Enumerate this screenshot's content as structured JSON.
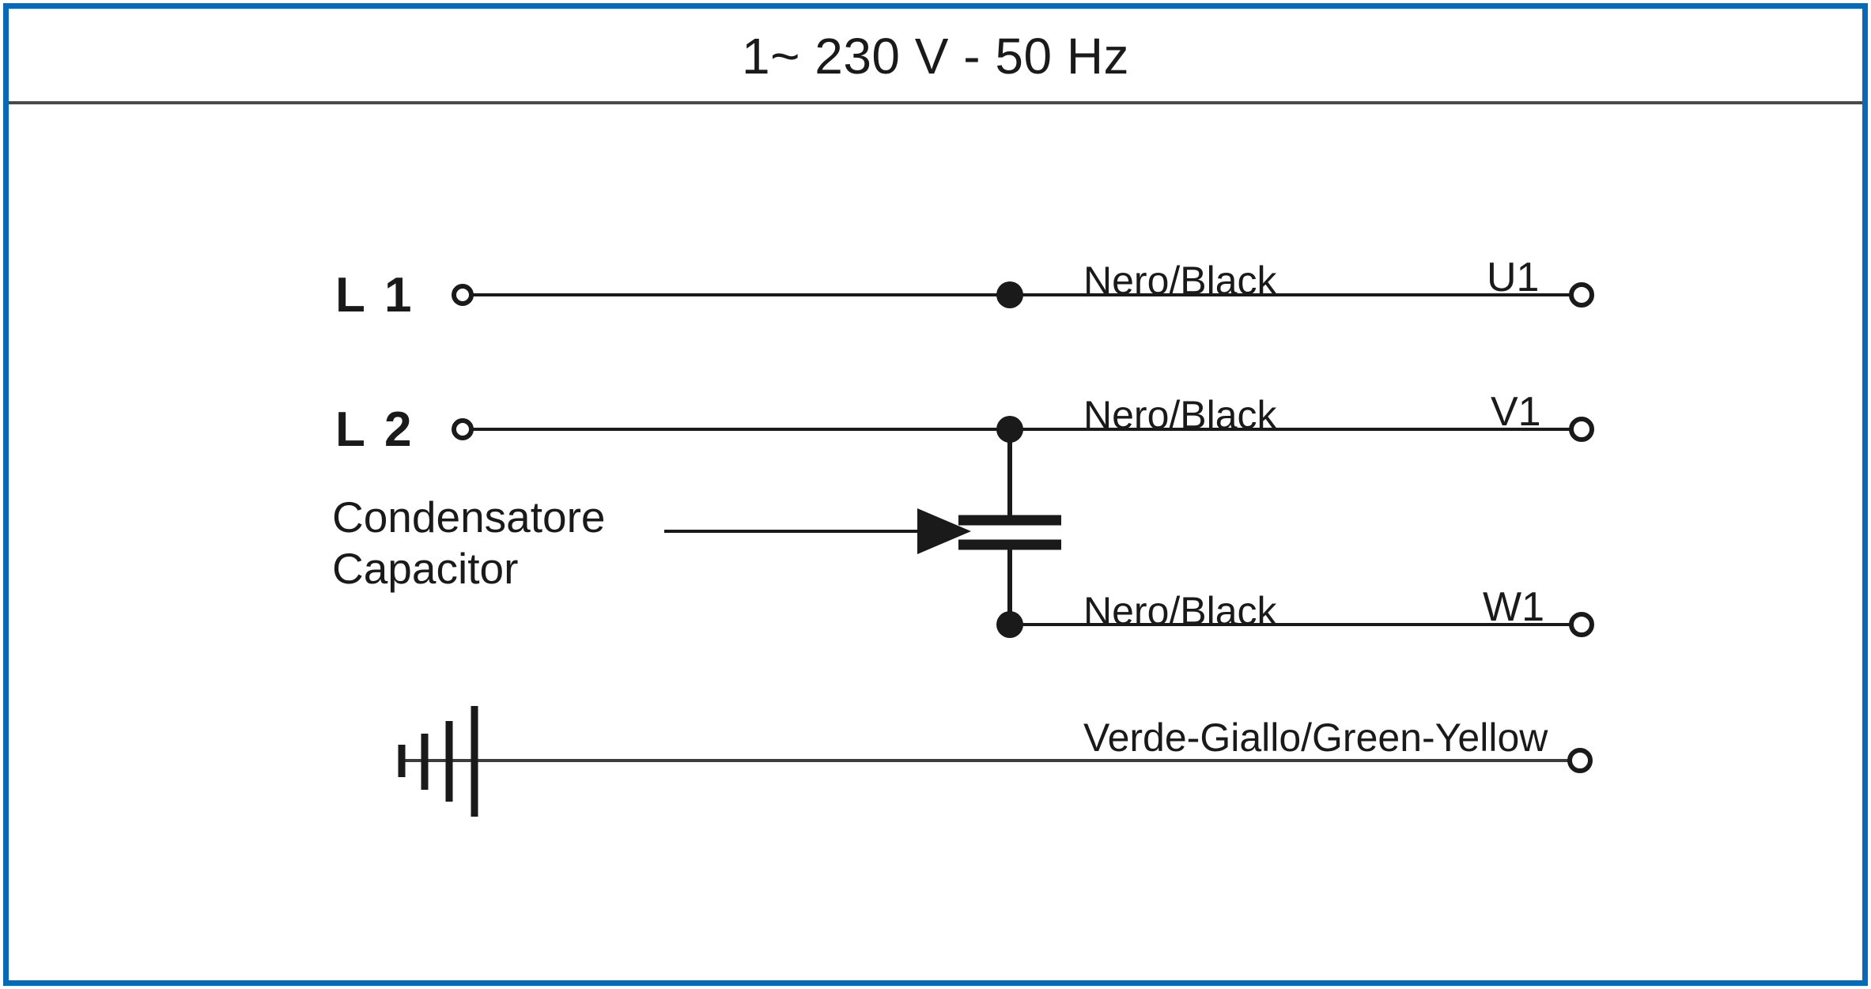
{
  "diagram": {
    "title": "1~ 230 V - 50 Hz",
    "frame_color": "#0a69b7",
    "line_color": "#1a1a1a",
    "background": "#ffffff",
    "phases": [
      {
        "label": "L 1",
        "wire_label": "Nero/Black",
        "terminal": "U1"
      },
      {
        "label": "L 2",
        "wire_label": "Nero/Black",
        "terminal": "V1"
      }
    ],
    "branch": {
      "wire_label": "Nero/Black",
      "terminal": "W1"
    },
    "capacitor": {
      "name_it": "Condensatore",
      "name_en": "Capacitor",
      "symbol": "capacitor-plates"
    },
    "earth": {
      "wire_label": "Verde-Giallo/Green-Yellow",
      "symbol": "earth-ground"
    }
  }
}
